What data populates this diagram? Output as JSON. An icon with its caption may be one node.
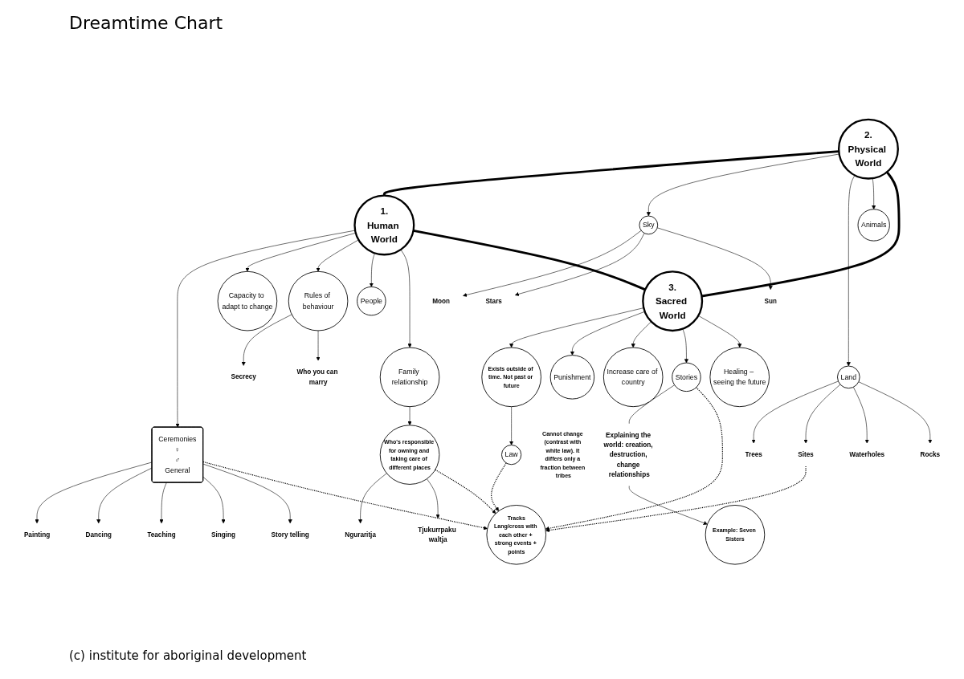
{
  "diagram": {
    "title": "Dreamtime Chart",
    "caption": "(c) institute for aboriginal development",
    "nodes": [
      {
        "text": [
          "1.",
          "Human World"
        ]
      },
      {
        "text": [
          "2.",
          "Physical World"
        ]
      },
      {
        "text": [
          "3.",
          "Sacred World"
        ]
      },
      {
        "text": [
          "Sky"
        ]
      },
      {
        "text": [
          "Moon"
        ]
      },
      {
        "text": [
          "Stars"
        ]
      },
      {
        "text": [
          "Sun"
        ]
      },
      {
        "text": [
          "Animals"
        ]
      },
      {
        "text": [
          "Land"
        ]
      },
      {
        "text": [
          "Trees"
        ]
      },
      {
        "text": [
          "Sites"
        ]
      },
      {
        "text": [
          "Waterholes"
        ]
      },
      {
        "text": [
          "Rocks"
        ]
      },
      {
        "text": [
          "Tracks",
          "Lang/cross with each other + strong events + points"
        ]
      },
      {
        "text": [
          "Ceremonies",
          "♀",
          "♂",
          "General"
        ]
      },
      {
        "text": [
          "Painting"
        ]
      },
      {
        "text": [
          "Dancing"
        ]
      },
      {
        "text": [
          "Teaching"
        ]
      },
      {
        "text": [
          "Singing"
        ]
      },
      {
        "text": [
          "Story telling"
        ]
      },
      {
        "text": [
          "Capacity to adapt to change"
        ]
      },
      {
        "text": [
          "Rules of behaviour"
        ]
      },
      {
        "text": [
          "Secrecy"
        ]
      },
      {
        "text": [
          "Who you can marry"
        ]
      },
      {
        "text": [
          "People"
        ]
      },
      {
        "text": [
          "Family relationship"
        ]
      },
      {
        "text": [
          "Who's responsible for owning and taking care of different places"
        ]
      },
      {
        "text": [
          "Nguraritja"
        ]
      },
      {
        "text": [
          "Tjukurrpaku waltja"
        ]
      },
      {
        "text": [
          "Exists outside of time. Not past or future"
        ]
      },
      {
        "text": [
          "Law"
        ],
        "beside": [
          "Cannot change (contrast with white law). It differs only a fraction between tribes"
        ]
      },
      {
        "text": [
          "Punishment"
        ]
      },
      {
        "text": [
          "Increase care of country"
        ]
      },
      {
        "text": [
          "Stories"
        ]
      },
      {
        "text": [
          "Explaining the world: creation, destruction, change relationships"
        ]
      },
      {
        "text": [
          "Example: Seven Sisters"
        ]
      },
      {
        "text": [
          "Healing – seeing the future"
        ]
      }
    ],
    "edges": [
      {
        "from": 1,
        "to": 0,
        "arrow": "none",
        "style": "thick"
      },
      {
        "from": 1,
        "to": 3,
        "arrow": "to"
      },
      {
        "from": 3,
        "to": 4,
        "arrow": "to"
      },
      {
        "from": 3,
        "to": 5,
        "arrow": "to"
      },
      {
        "from": 3,
        "to": 6,
        "arrow": "to"
      },
      {
        "from": 1,
        "to": 8,
        "arrow": "to"
      },
      {
        "from": 8,
        "to": 9,
        "arrow": "to"
      },
      {
        "from": 8,
        "to": 10,
        "arrow": "to"
      },
      {
        "from": 8,
        "to": 11,
        "arrow": "to"
      },
      {
        "from": 8,
        "to": 12,
        "arrow": "to"
      },
      {
        "from": 10,
        "to": 13,
        "arrow": "to",
        "style": "dashed"
      },
      {
        "from": 1,
        "to": 7,
        "arrow": "to"
      },
      {
        "from": 1,
        "to": 2,
        "arrow": "none",
        "style": "thick"
      },
      {
        "from": 0,
        "to": 14,
        "arrow": "to"
      },
      {
        "from": 14,
        "to": 15,
        "arrow": "to"
      },
      {
        "from": 14,
        "to": 16,
        "arrow": "to"
      },
      {
        "from": 14,
        "to": 17,
        "arrow": "to"
      },
      {
        "from": 14,
        "to": 18,
        "arrow": "to"
      },
      {
        "from": 14,
        "to": 19,
        "arrow": "to"
      },
      {
        "from": 14,
        "to": 13,
        "arrow": "to",
        "style": "dashed"
      },
      {
        "from": 0,
        "to": 20,
        "arrow": "to"
      },
      {
        "from": 0,
        "to": 21,
        "arrow": "to"
      },
      {
        "from": 21,
        "to": 22,
        "arrow": "to"
      },
      {
        "from": 21,
        "to": 23,
        "arrow": "to"
      },
      {
        "from": 0,
        "to": 24,
        "arrow": "to"
      },
      {
        "from": 0,
        "to": 25,
        "arrow": "to"
      },
      {
        "from": 25,
        "to": 26,
        "arrow": "to"
      },
      {
        "from": 26,
        "to": 27,
        "arrow": "to"
      },
      {
        "from": 26,
        "to": 28,
        "arrow": "to"
      },
      {
        "from": 26,
        "to": 13,
        "arrow": "to",
        "style": "dashed"
      },
      {
        "from": 0,
        "to": 2,
        "arrow": "none",
        "style": "thick"
      },
      {
        "from": 2,
        "to": 29,
        "arrow": "to"
      },
      {
        "from": 29,
        "to": 30,
        "arrow": "to"
      },
      {
        "from": 30,
        "to": 13,
        "arrow": "to",
        "style": "dashed"
      },
      {
        "from": 2,
        "to": 31,
        "arrow": "to"
      },
      {
        "from": 2,
        "to": 32,
        "arrow": "to"
      },
      {
        "from": 2,
        "to": 33,
        "arrow": "to"
      },
      {
        "from": 33,
        "to": 34,
        "arrow": "none"
      },
      {
        "from": 34,
        "to": 35,
        "arrow": "to"
      },
      {
        "from": 33,
        "to": 13,
        "arrow": "to",
        "style": "dashed"
      },
      {
        "from": 2,
        "to": 36,
        "arrow": "to"
      }
    ]
  }
}
